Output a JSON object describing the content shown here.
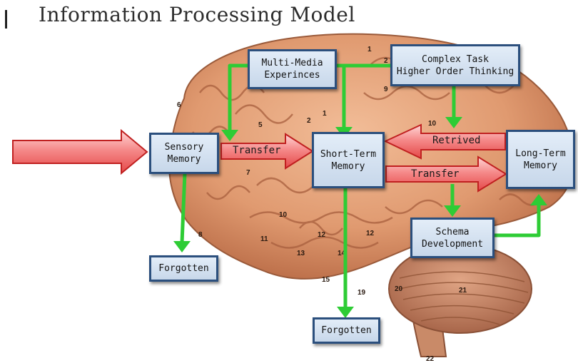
{
  "title": "Information Processing Model",
  "nodes": {
    "multimedia": "Multi-Media\nExperinces",
    "complex_task": "Complex Task\nHigher Order Thinking",
    "sensory": "Sensory\nMemory",
    "short_term": "Short-Term\nMemory",
    "long_term": "Long-Term\nMemory",
    "schema": "Schema\nDevelopment",
    "forgotten_left": "Forgotten",
    "forgotten_center": "Forgotten"
  },
  "arrow_labels": {
    "transfer_1": "Transfer",
    "transfer_2": "Transfer",
    "retrived": "Retrived"
  },
  "brain_labels": [
    "1",
    "2",
    "1",
    "2",
    "9",
    "10",
    "6",
    "5",
    "7",
    "8",
    "10",
    "11",
    "12",
    "12",
    "13",
    "14",
    "15",
    "19",
    "20",
    "21",
    "22"
  ],
  "colors": {
    "box_border": "#2b4f7d",
    "box_fill": "#d6e3f1",
    "red_arrow": "#f07070",
    "green_arrow": "#33dd3a",
    "brain": "#e6a27a"
  }
}
